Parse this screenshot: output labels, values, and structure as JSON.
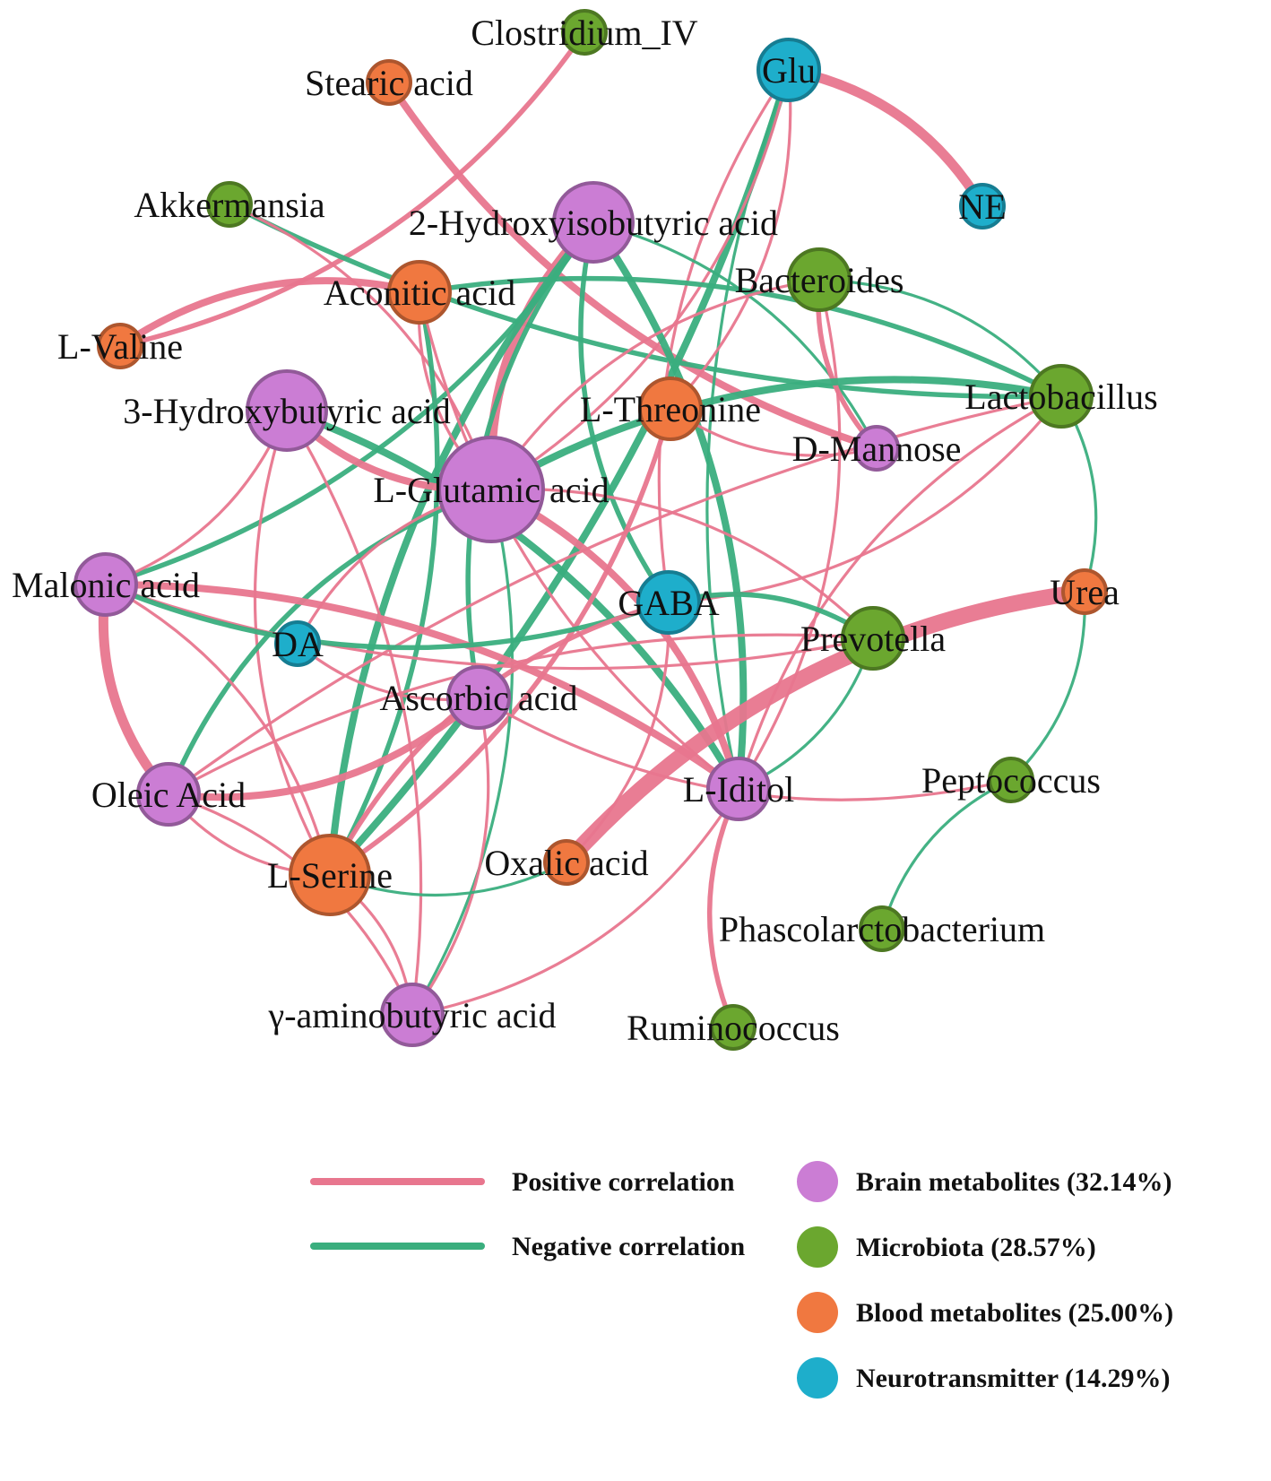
{
  "colors": {
    "positive": "#E8768E",
    "negative": "#3AAE7E",
    "Brain metabolites": "#CB7DD4",
    "Microbiota": "#6BA72F",
    "Blood metabolites": "#F07840",
    "Neurotransmitter": "#1EAECB"
  },
  "nodes": [
    {
      "id": "Clostridium_IV",
      "group": "Microbiota",
      "size": 1
    },
    {
      "id": "Stearic acid",
      "group": "Blood metabolites",
      "size": 1
    },
    {
      "id": "Glu",
      "group": "Neurotransmitter",
      "size": 2
    },
    {
      "id": "NE",
      "group": "Neurotransmitter",
      "size": 1
    },
    {
      "id": "Akkermansia",
      "group": "Microbiota",
      "size": 1
    },
    {
      "id": "2-Hydroxyisobutyric acid",
      "group": "Brain metabolites",
      "size": 3
    },
    {
      "id": "Aconitic acid",
      "group": "Blood metabolites",
      "size": 2
    },
    {
      "id": "Bacteroides",
      "group": "Microbiota",
      "size": 2
    },
    {
      "id": "L-Valine",
      "group": "Blood metabolites",
      "size": 1
    },
    {
      "id": "3-Hydroxybutyric acid",
      "group": "Brain metabolites",
      "size": 3
    },
    {
      "id": "L-Threonine",
      "group": "Blood metabolites",
      "size": 2
    },
    {
      "id": "Lactobacillus",
      "group": "Microbiota",
      "size": 2
    },
    {
      "id": "D-Mannose",
      "group": "Brain metabolites",
      "size": 1
    },
    {
      "id": "L-Glutamic acid",
      "group": "Brain metabolites",
      "size": 4
    },
    {
      "id": "Malonic acid",
      "group": "Brain metabolites",
      "size": 2
    },
    {
      "id": "GABA",
      "group": "Neurotransmitter",
      "size": 2
    },
    {
      "id": "Urea",
      "group": "Blood metabolites",
      "size": 1
    },
    {
      "id": "DA",
      "group": "Neurotransmitter",
      "size": 1
    },
    {
      "id": "Prevotella",
      "group": "Microbiota",
      "size": 2
    },
    {
      "id": "Ascorbic acid",
      "group": "Brain metabolites",
      "size": 2
    },
    {
      "id": "Oleic Acid",
      "group": "Brain metabolites",
      "size": 2
    },
    {
      "id": "L-Iditol",
      "group": "Brain metabolites",
      "size": 2
    },
    {
      "id": "Peptococcus",
      "group": "Microbiota",
      "size": 1
    },
    {
      "id": "L-Serine",
      "group": "Blood metabolites",
      "size": 3
    },
    {
      "id": "Oxalic acid",
      "group": "Blood metabolites",
      "size": 1
    },
    {
      "id": "Phascolarctobacterium",
      "group": "Microbiota",
      "size": 1
    },
    {
      "id": "γ-aminobutyric acid",
      "group": "Brain metabolites",
      "size": 2
    },
    {
      "id": "Ruminococcus",
      "group": "Microbiota",
      "size": 1
    }
  ],
  "edges": [
    {
      "source": "Glu",
      "target": "NE",
      "sign": "positive",
      "weight": 4
    },
    {
      "source": "Stearic acid",
      "target": "D-Mannose",
      "sign": "positive",
      "weight": 3
    },
    {
      "source": "Clostridium_IV",
      "target": "L-Valine",
      "sign": "positive",
      "weight": 2
    },
    {
      "source": "Akkermansia",
      "target": "Lactobacillus",
      "sign": "negative",
      "weight": 2
    },
    {
      "source": "Akkermansia",
      "target": "L-Glutamic acid",
      "sign": "positive",
      "weight": 1
    },
    {
      "source": "Aconitic acid",
      "target": "L-Valine",
      "sign": "positive",
      "weight": 3
    },
    {
      "source": "Glu",
      "target": "L-Serine",
      "sign": "negative",
      "weight": 3
    },
    {
      "source": "Glu",
      "target": "L-Iditol",
      "sign": "negative",
      "weight": 1
    },
    {
      "source": "Glu",
      "target": "L-Glutamic acid",
      "sign": "positive",
      "weight": 1
    },
    {
      "source": "Glu",
      "target": "GABA",
      "sign": "positive",
      "weight": 1
    },
    {
      "source": "Glu",
      "target": "L-Threonine",
      "sign": "positive",
      "weight": 1
    },
    {
      "source": "2-Hydroxyisobutyric acid",
      "target": "L-Glutamic acid",
      "sign": "positive",
      "weight": 4
    },
    {
      "source": "2-Hydroxyisobutyric acid",
      "target": "L-Iditol",
      "sign": "negative",
      "weight": 3
    },
    {
      "source": "2-Hydroxyisobutyric acid",
      "target": "L-Serine",
      "sign": "negative",
      "weight": 3
    },
    {
      "source": "2-Hydroxyisobutyric acid",
      "target": "Malonic acid",
      "sign": "negative",
      "weight": 2
    },
    {
      "source": "2-Hydroxyisobutyric acid",
      "target": "GABA",
      "sign": "negative",
      "weight": 2
    },
    {
      "source": "2-Hydroxyisobutyric acid",
      "target": "D-Mannose",
      "sign": "negative",
      "weight": 1
    },
    {
      "source": "2-Hydroxyisobutyric acid",
      "target": "Ascorbic acid",
      "sign": "negative",
      "weight": 2
    },
    {
      "source": "Aconitic acid",
      "target": "Lactobacillus",
      "sign": "negative",
      "weight": 2
    },
    {
      "source": "Aconitic acid",
      "target": "L-Glutamic acid",
      "sign": "positive",
      "weight": 1
    },
    {
      "source": "Aconitic acid",
      "target": "L-Serine",
      "sign": "negative",
      "weight": 2
    },
    {
      "source": "Aconitic acid",
      "target": "L-Iditol",
      "sign": "positive",
      "weight": 1
    },
    {
      "source": "Bacteroides",
      "target": "Lactobacillus",
      "sign": "negative",
      "weight": 1
    },
    {
      "source": "Bacteroides",
      "target": "D-Mannose",
      "sign": "positive",
      "weight": 2
    },
    {
      "source": "Bacteroides",
      "target": "L-Iditol",
      "sign": "positive",
      "weight": 1
    },
    {
      "source": "Bacteroides",
      "target": "L-Glutamic acid",
      "sign": "positive",
      "weight": 1
    },
    {
      "source": "3-Hydroxybutyric acid",
      "target": "L-Iditol",
      "sign": "negative",
      "weight": 3
    },
    {
      "source": "3-Hydroxybutyric acid",
      "target": "L-Glutamic acid",
      "sign": "positive",
      "weight": 3
    },
    {
      "source": "3-Hydroxybutyric acid",
      "target": "Malonic acid",
      "sign": "positive",
      "weight": 1
    },
    {
      "source": "3-Hydroxybutyric acid",
      "target": "L-Serine",
      "sign": "positive",
      "weight": 1
    },
    {
      "source": "3-Hydroxybutyric acid",
      "target": "γ-aminobutyric acid",
      "sign": "positive",
      "weight": 1
    },
    {
      "source": "L-Threonine",
      "target": "D-Mannose",
      "sign": "positive",
      "weight": 1
    },
    {
      "source": "L-Threonine",
      "target": "L-Serine",
      "sign": "positive",
      "weight": 2
    },
    {
      "source": "Lactobacillus",
      "target": "L-Glutamic acid",
      "sign": "negative",
      "weight": 3
    },
    {
      "source": "Lactobacillus",
      "target": "Urea",
      "sign": "negative",
      "weight": 1
    },
    {
      "source": "Lactobacillus",
      "target": "L-Iditol",
      "sign": "positive",
      "weight": 1
    },
    {
      "source": "Lactobacillus",
      "target": "GABA",
      "sign": "positive",
      "weight": 1
    },
    {
      "source": "Lactobacillus",
      "target": "Oleic Acid",
      "sign": "positive",
      "weight": 1
    },
    {
      "source": "L-Glutamic acid",
      "target": "L-Iditol",
      "sign": "positive",
      "weight": 3
    },
    {
      "source": "L-Glutamic acid",
      "target": "Oleic Acid",
      "sign": "negative",
      "weight": 2
    },
    {
      "source": "L-Glutamic acid",
      "target": "Prevotella",
      "sign": "positive",
      "weight": 1
    },
    {
      "source": "L-Glutamic acid",
      "target": "DA",
      "sign": "positive",
      "weight": 1
    },
    {
      "source": "L-Glutamic acid",
      "target": "γ-aminobutyric acid",
      "sign": "negative",
      "weight": 1
    },
    {
      "source": "Malonic acid",
      "target": "Oleic Acid",
      "sign": "positive",
      "weight": 4
    },
    {
      "source": "Malonic acid",
      "target": "L-Iditol",
      "sign": "positive",
      "weight": 3
    },
    {
      "source": "Malonic acid",
      "target": "Prevotella",
      "sign": "positive",
      "weight": 1
    },
    {
      "source": "Malonic acid",
      "target": "L-Serine",
      "sign": "positive",
      "weight": 1
    },
    {
      "source": "Malonic acid",
      "target": "GABA",
      "sign": "negative",
      "weight": 2
    },
    {
      "source": "GABA",
      "target": "Prevotella",
      "sign": "negative",
      "weight": 2
    },
    {
      "source": "GABA",
      "target": "L-Serine",
      "sign": "positive",
      "weight": 2
    },
    {
      "source": "GABA",
      "target": "Oxalic acid",
      "sign": "positive",
      "weight": 1
    },
    {
      "source": "Urea",
      "target": "Oxalic acid",
      "sign": "positive",
      "weight": 5
    },
    {
      "source": "Urea",
      "target": "Peptococcus",
      "sign": "negative",
      "weight": 1
    },
    {
      "source": "DA",
      "target": "Ascorbic acid",
      "sign": "positive",
      "weight": 1
    },
    {
      "source": "Prevotella",
      "target": "L-Iditol",
      "sign": "negative",
      "weight": 1
    },
    {
      "source": "Prevotella",
      "target": "Oleic Acid",
      "sign": "positive",
      "weight": 1
    },
    {
      "source": "Ascorbic acid",
      "target": "Oleic Acid",
      "sign": "positive",
      "weight": 3
    },
    {
      "source": "Ascorbic acid",
      "target": "Peptococcus",
      "sign": "positive",
      "weight": 1
    },
    {
      "source": "Ascorbic acid",
      "target": "γ-aminobutyric acid",
      "sign": "positive",
      "weight": 1
    },
    {
      "source": "Oleic Acid",
      "target": "L-Serine",
      "sign": "positive",
      "weight": 1
    },
    {
      "source": "Oleic Acid",
      "target": "γ-aminobutyric acid",
      "sign": "positive",
      "weight": 1
    },
    {
      "source": "L-Iditol",
      "target": "Ruminococcus",
      "sign": "positive",
      "weight": 2
    },
    {
      "source": "L-Iditol",
      "target": "γ-aminobutyric acid",
      "sign": "positive",
      "weight": 1
    },
    {
      "source": "L-Serine",
      "target": "Oxalic acid",
      "sign": "negative",
      "weight": 1
    },
    {
      "source": "L-Serine",
      "target": "γ-aminobutyric acid",
      "sign": "positive",
      "weight": 1
    },
    {
      "source": "Peptococcus",
      "target": "Phascolarctobacterium",
      "sign": "negative",
      "weight": 1
    }
  ],
  "legend": {
    "lines": [
      {
        "label": "Positive correlation",
        "sign": "positive"
      },
      {
        "label": "Negative correlation",
        "sign": "negative"
      }
    ],
    "groups": [
      {
        "label": "Brain metabolites (32.14%)",
        "group": "Brain metabolites"
      },
      {
        "label": "Microbiota (28.57%)",
        "group": "Microbiota"
      },
      {
        "label": "Blood metabolites (25.00%)",
        "group": "Blood metabolites"
      },
      {
        "label": "Neurotransmitter (14.29%)",
        "group": "Neurotransmitter"
      }
    ]
  }
}
